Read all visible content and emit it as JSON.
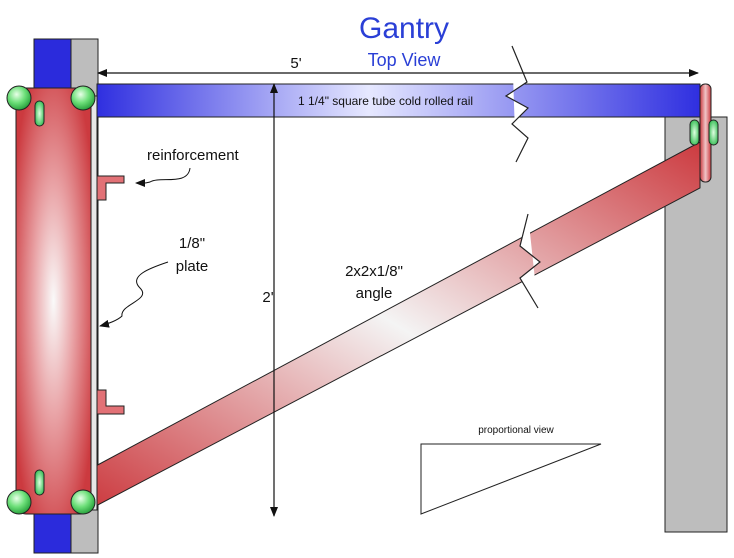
{
  "title": "Gantry",
  "subtitle": "Top View",
  "dimensions": {
    "width": "5'",
    "height": "2'"
  },
  "labels": {
    "rail": "1 1/4\" square tube cold rolled rail",
    "reinforcement": "reinforcement",
    "plate_line1": "1/8\"",
    "plate_line2": "plate",
    "angle_line1": "2x2x1/8\"",
    "angle_line2": "angle",
    "proportional": "proportional view"
  },
  "colors": {
    "blue_part": "#2b2bdc",
    "red_part": "#cc3a3f",
    "gray_part": "#bdbdbd",
    "bolt": "#33cc55",
    "title": "#2a3fd6"
  }
}
